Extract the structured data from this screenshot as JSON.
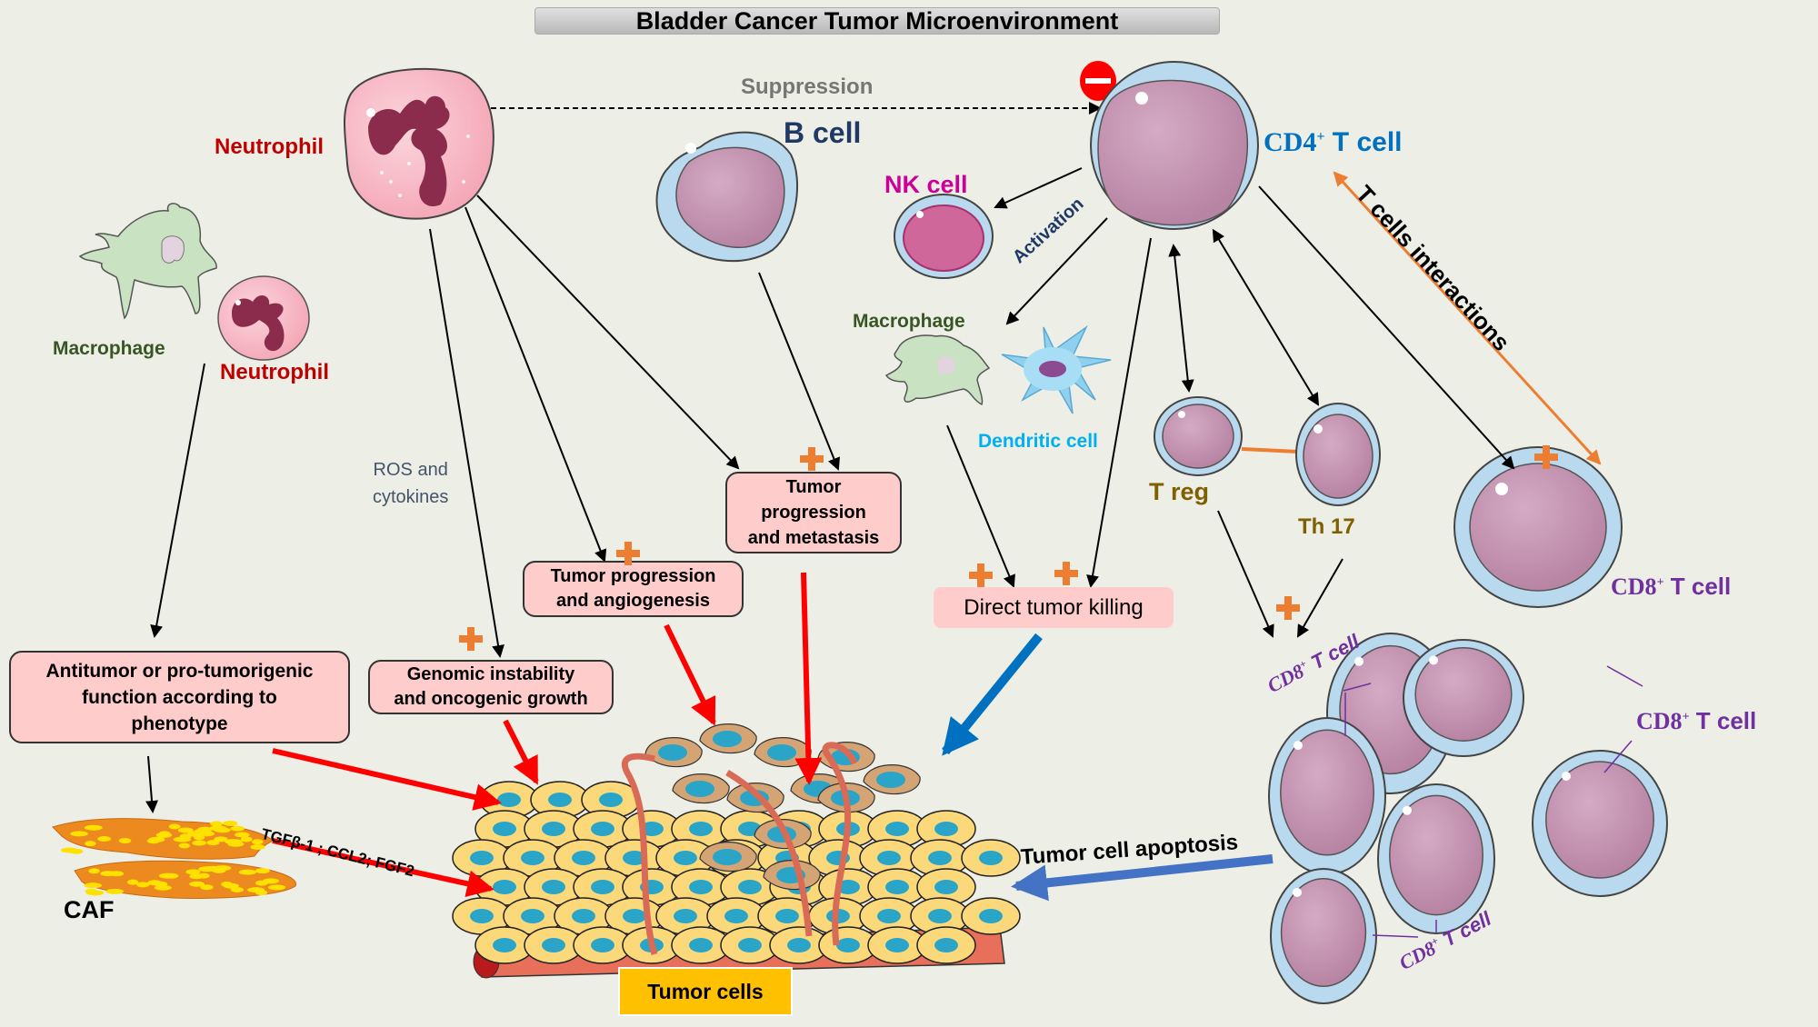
{
  "title": "Bladder Cancer Tumor Microenvironment",
  "colors": {
    "background": "#edeee5",
    "box_fill": "#ffcccc",
    "plus_orange": "#ed7d31",
    "red_arrow": "#ff0000",
    "blue_arrow": "#0070c0",
    "neutrophil_label": "#c00000",
    "macrophage_label": "#375623",
    "bcell_label": "#1f3864",
    "nk_label": "#cc0099",
    "cd4_label": "#0070c0",
    "dendritic_label": "#00b0f0",
    "treg_label": "#7f6000",
    "cd8_label": "#7030a0",
    "tumor_label_fill": "#ffc000"
  },
  "cells": {
    "neutrophil_top": "Neutrophil",
    "neutrophil_left": "Neutrophil",
    "macrophage_left": "Macrophage",
    "b_cell": "B cell",
    "nk_cell": "NK cell",
    "cd4_t_cell": "CD4",
    "cd4_sup": "+",
    "cd4_suffix": " T cell",
    "macrophage_right": "Macrophage",
    "dendritic_cell": "Dendritic cell",
    "t_reg": "T reg",
    "th17": "Th 17",
    "cd8_main": "CD8",
    "cd8_sup": "+",
    "cd8_suffix": " T cell",
    "caf": "CAF",
    "tumor_cells": "Tumor cells"
  },
  "edge_labels": {
    "suppression": "Suppression",
    "activation": "Activation",
    "ros_cytokines": "ROS and\ncytokines",
    "t_cells_interactions": "T cells interactions",
    "caf_factors": "TGFβ-1 ; CCL2; FGF2",
    "tumor_cell_apoptosis": "Tumor cell apoptosis"
  },
  "effect_boxes": {
    "antitumor": "Antitumor or pro-tumorigenic\nfunction according to\nphenotype",
    "genomic": "Genomic instability\nand oncogenic growth",
    "angiogenesis": "Tumor progression\nand angiogenesis",
    "metastasis": "Tumor\nprogression\nand metastasis",
    "direct_killing": "Direct tumor killing"
  },
  "cd8_cluster_labels": [
    "CD8",
    "CD8",
    "CD8"
  ],
  "symbols": {
    "inhibition": "minus-circle",
    "promotion": "plus"
  }
}
